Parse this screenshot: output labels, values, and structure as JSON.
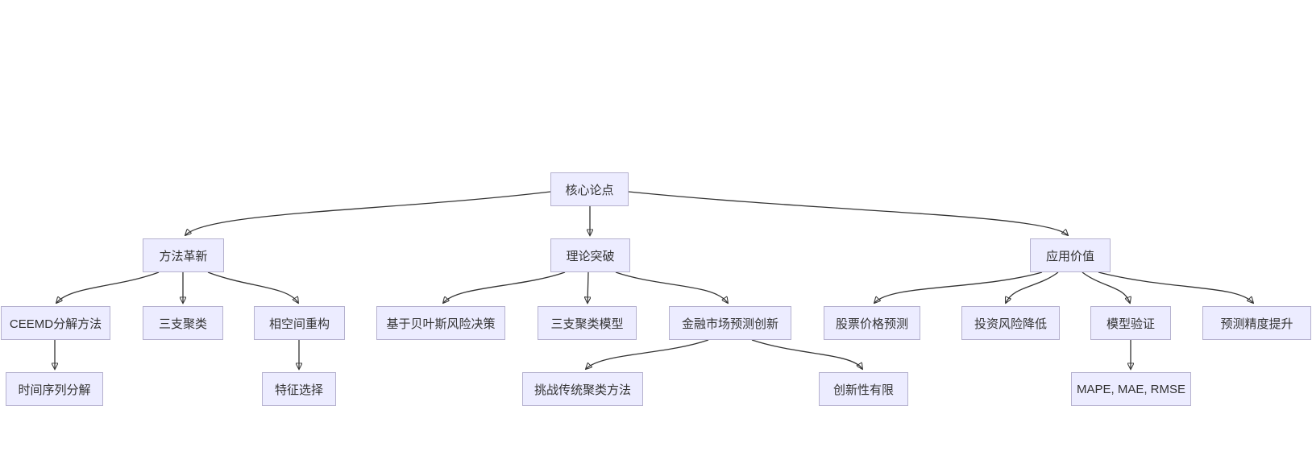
{
  "diagram": {
    "type": "flowchart",
    "direction": "top-down",
    "colors": {
      "background": "#ffffff",
      "node_fill": "#ECECFF",
      "node_border": "#b5b1ce",
      "edge_line": "#333333",
      "text": "#333333"
    }
  },
  "nodes": {
    "core": {
      "label": "核心论点"
    },
    "method": {
      "label": "方法革新"
    },
    "theory": {
      "label": "理论突破"
    },
    "value": {
      "label": "应用价值"
    },
    "ceemd": {
      "label": "CEEMD分解方法"
    },
    "threeway": {
      "label": "三支聚类"
    },
    "phase": {
      "label": "相空间重构"
    },
    "bayes": {
      "label": "基于贝叶斯风险决策"
    },
    "threemodel": {
      "label": "三支聚类模型"
    },
    "finance": {
      "label": "金融市场预测创新"
    },
    "stock": {
      "label": "股票价格预测"
    },
    "risk": {
      "label": "投资风险降低"
    },
    "modelval": {
      "label": "模型验证"
    },
    "precision": {
      "label": "预测精度提升"
    },
    "timeseries": {
      "label": "时间序列分解"
    },
    "feature": {
      "label": "特征选择"
    },
    "challenge": {
      "label": "挑战传统聚类方法"
    },
    "limited": {
      "label": "创新性有限"
    },
    "metrics": {
      "label": "MAPE, MAE, RMSE"
    }
  },
  "edges": [
    {
      "from": "core",
      "to": "method"
    },
    {
      "from": "core",
      "to": "theory"
    },
    {
      "from": "core",
      "to": "value"
    },
    {
      "from": "method",
      "to": "ceemd"
    },
    {
      "from": "method",
      "to": "threeway"
    },
    {
      "from": "method",
      "to": "phase"
    },
    {
      "from": "theory",
      "to": "bayes"
    },
    {
      "from": "theory",
      "to": "threemodel"
    },
    {
      "from": "theory",
      "to": "finance"
    },
    {
      "from": "value",
      "to": "stock"
    },
    {
      "from": "value",
      "to": "risk"
    },
    {
      "from": "value",
      "to": "modelval"
    },
    {
      "from": "value",
      "to": "precision"
    },
    {
      "from": "ceemd",
      "to": "timeseries"
    },
    {
      "from": "phase",
      "to": "feature"
    },
    {
      "from": "finance",
      "to": "challenge"
    },
    {
      "from": "finance",
      "to": "limited"
    },
    {
      "from": "modelval",
      "to": "metrics"
    }
  ]
}
